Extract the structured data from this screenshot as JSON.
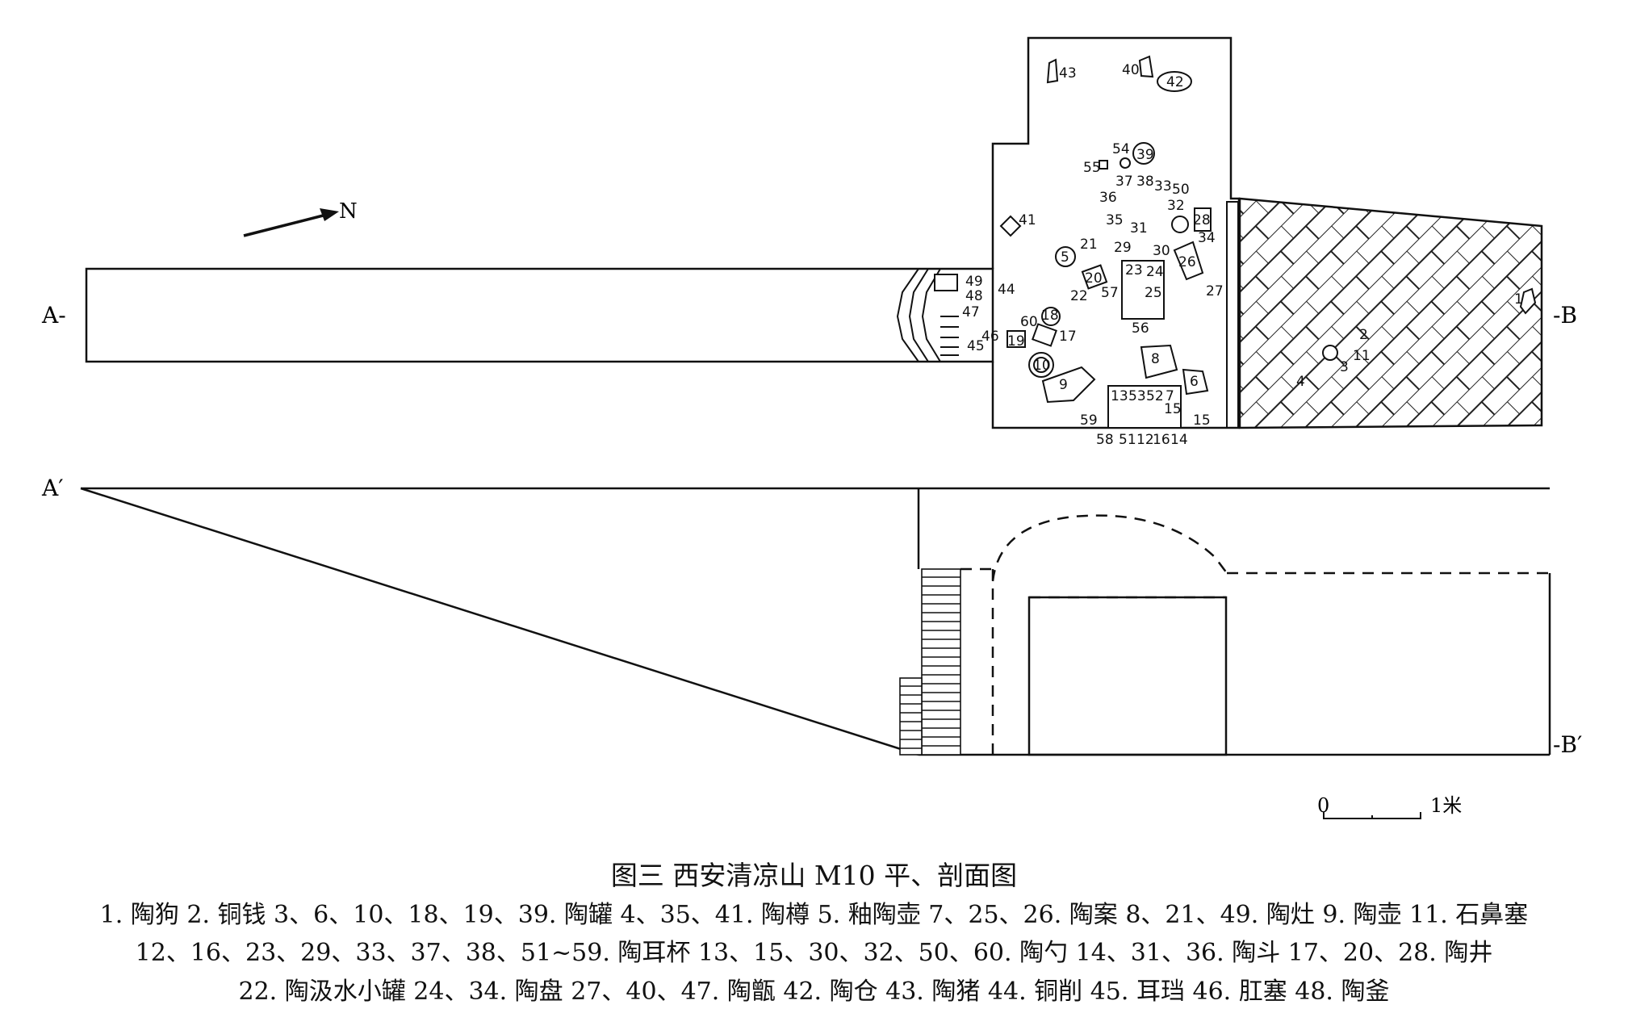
{
  "section_labels": {
    "a": "A-",
    "b": "-B",
    "a_prime": "A′",
    "b_prime": "-B′"
  },
  "north_label": "N",
  "scale_bar": {
    "zero": "0",
    "one": "1米"
  },
  "caption": "图三  西安清凉山 M10 平、剖面图",
  "legend_lines": [
    "1. 陶狗  2. 铜钱  3、6、10、18、19、39. 陶罐  4、35、41. 陶樽  5. 釉陶壶 7、25、26. 陶案  8、21、49. 陶灶  9. 陶壶  11. 石鼻塞",
    "12、16、23、29、33、37、38、51~59. 陶耳杯  13、15、30、32、50、60. 陶勺  14、31、36. 陶斗  17、20、28. 陶井",
    "22. 陶汲水小罐  24、34. 陶盘  27、40、47. 陶甑  42. 陶仓  43. 陶猪  44. 铜削  45. 耳珰  46. 肛塞  48. 陶釜"
  ],
  "object_numbers": [
    "1",
    "2",
    "3",
    "4",
    "5",
    "6",
    "7",
    "8",
    "9",
    "10",
    "11",
    "12",
    "13",
    "14",
    "15",
    "16",
    "17",
    "18",
    "19",
    "20",
    "21",
    "22",
    "23",
    "24",
    "25",
    "26",
    "27",
    "28",
    "29",
    "30",
    "31",
    "32",
    "33",
    "34",
    "35",
    "36",
    "37",
    "38",
    "39",
    "40",
    "41",
    "42",
    "43",
    "44",
    "45",
    "46",
    "47",
    "48",
    "49",
    "50",
    "51",
    "52",
    "53",
    "54",
    "55",
    "56",
    "57",
    "58",
    "59",
    "60"
  ]
}
